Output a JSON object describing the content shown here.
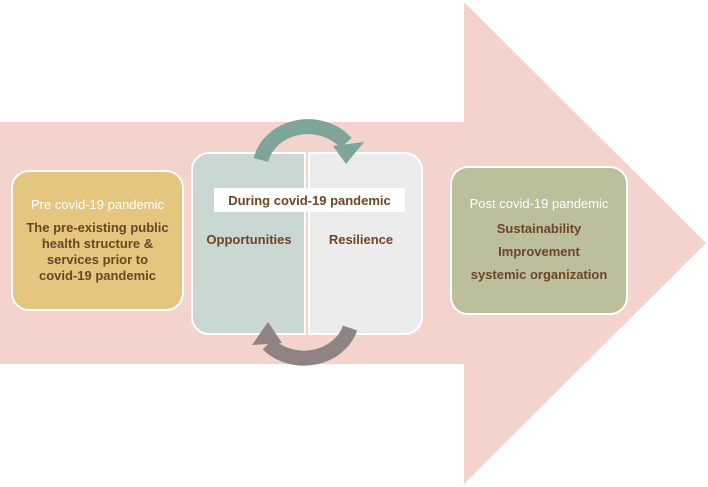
{
  "colors": {
    "arrow_fill": "#f3d3cb",
    "pre_box_fill": "#e5c67f",
    "opportunities_fill": "#c9d8d3",
    "resilience_fill": "#ececec",
    "post_box_fill": "#bcbf9b",
    "top_cycle_arrow": "#7ea599",
    "bottom_cycle_arrow": "#8f8383",
    "text_brown": "#6e4426",
    "text_white": "#ffffff"
  },
  "pre": {
    "title": "Pre covid-19 pandemic",
    "lines": [
      "The pre-existing public",
      "health structure &",
      "services prior to",
      "covid-19 pandemic"
    ]
  },
  "during": {
    "title": "During covid-19 pandemic",
    "left_label": "Opportunities",
    "right_label": "Resilience"
  },
  "post": {
    "title": "Post covid-19 pandemic",
    "lines": [
      "Sustainability",
      "Improvement",
      "systemic organization"
    ]
  }
}
